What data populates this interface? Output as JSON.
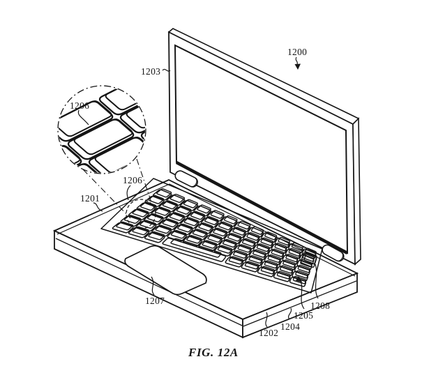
{
  "figure": {
    "caption": "FIG. 12A",
    "description_visible": "Patent line drawing of an open laptop computer with keyboard detail magnified in a callout bubble"
  },
  "ref_labels": {
    "r1200": "1200",
    "r1201": "1201",
    "r1202": "1202",
    "r1203": "1203",
    "r1204": "1204",
    "r1205": "1205",
    "r1206_detail": "1206",
    "r1206_keyboard": "1206",
    "r1207": "1207",
    "r1208": "1208"
  },
  "colors": {
    "line": "#161616",
    "background": "#ffffff"
  }
}
